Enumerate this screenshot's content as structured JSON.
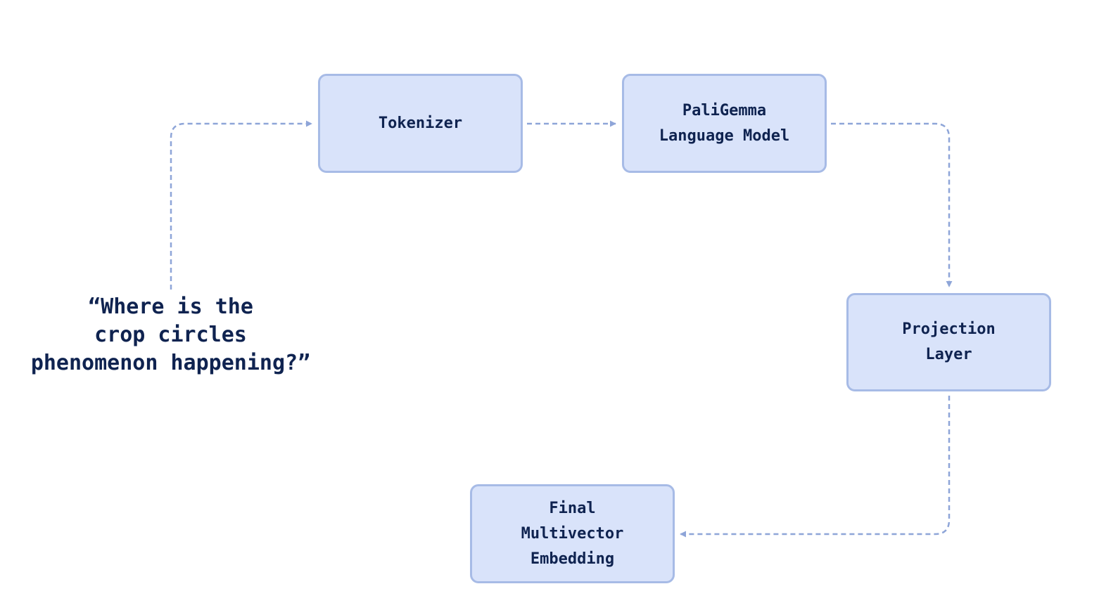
{
  "diagram": {
    "query": "“Where is the\ncrop circles\nphenomenon happening?”",
    "nodes": {
      "tokenizer": "Tokenizer",
      "language_model": "PaliGemma\nLanguage Model",
      "projection": "Projection\nLayer",
      "embedding": "Final\nMultivector\nEmbedding"
    },
    "colors": {
      "node_fill": "#d9e3fa",
      "node_border": "#a7bbe6",
      "arrow": "#8ea5d8",
      "text": "#0f2350"
    }
  }
}
